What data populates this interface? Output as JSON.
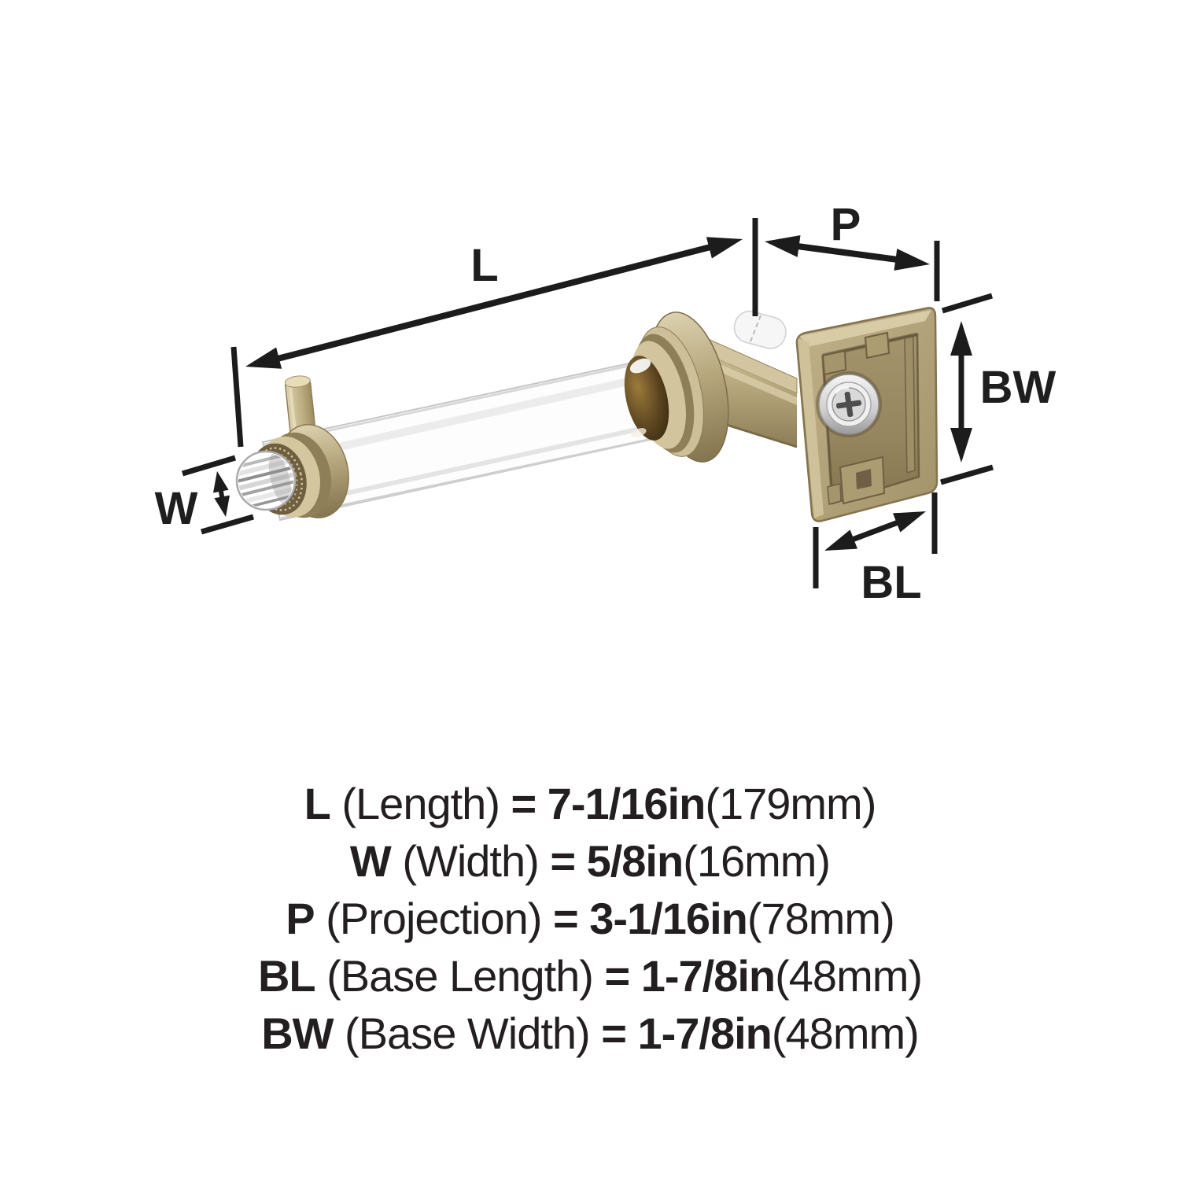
{
  "image_title": "Toilet paper holder dimension diagram",
  "diagram": {
    "dim_labels": {
      "length": "L",
      "projection": "P",
      "width": "W",
      "base_width": "BW",
      "base_length": "BL"
    }
  },
  "specs": [
    {
      "label": "L",
      "name": "(Length)",
      "eq": "=",
      "value": "7-1/16in",
      "metric": "(179mm)"
    },
    {
      "label": "W",
      "name": "(Width)",
      "eq": "=",
      "value": "5/8in",
      "metric": "(16mm)"
    },
    {
      "label": "P",
      "name": "(Projection)",
      "eq": "=",
      "value": "3-1/16in",
      "metric": "(78mm)"
    },
    {
      "label": "BL",
      "name": "(Base Length)",
      "eq": "=",
      "value": "1-7/8in",
      "metric": "(48mm)"
    },
    {
      "label": "BW",
      "name": "(Base Width)",
      "eq": "=",
      "value": "1-7/8in",
      "metric": "(48mm)"
    }
  ],
  "colors": {
    "line": "#1e1e1e",
    "text": "#231f20",
    "champagne_light": "#d8cdaa",
    "champagne": "#b3a47a",
    "champagne_dark": "#8a7a56",
    "amber": "#4a3615",
    "chrome": "#d9d9d9",
    "tube": "#fdfdfd"
  }
}
